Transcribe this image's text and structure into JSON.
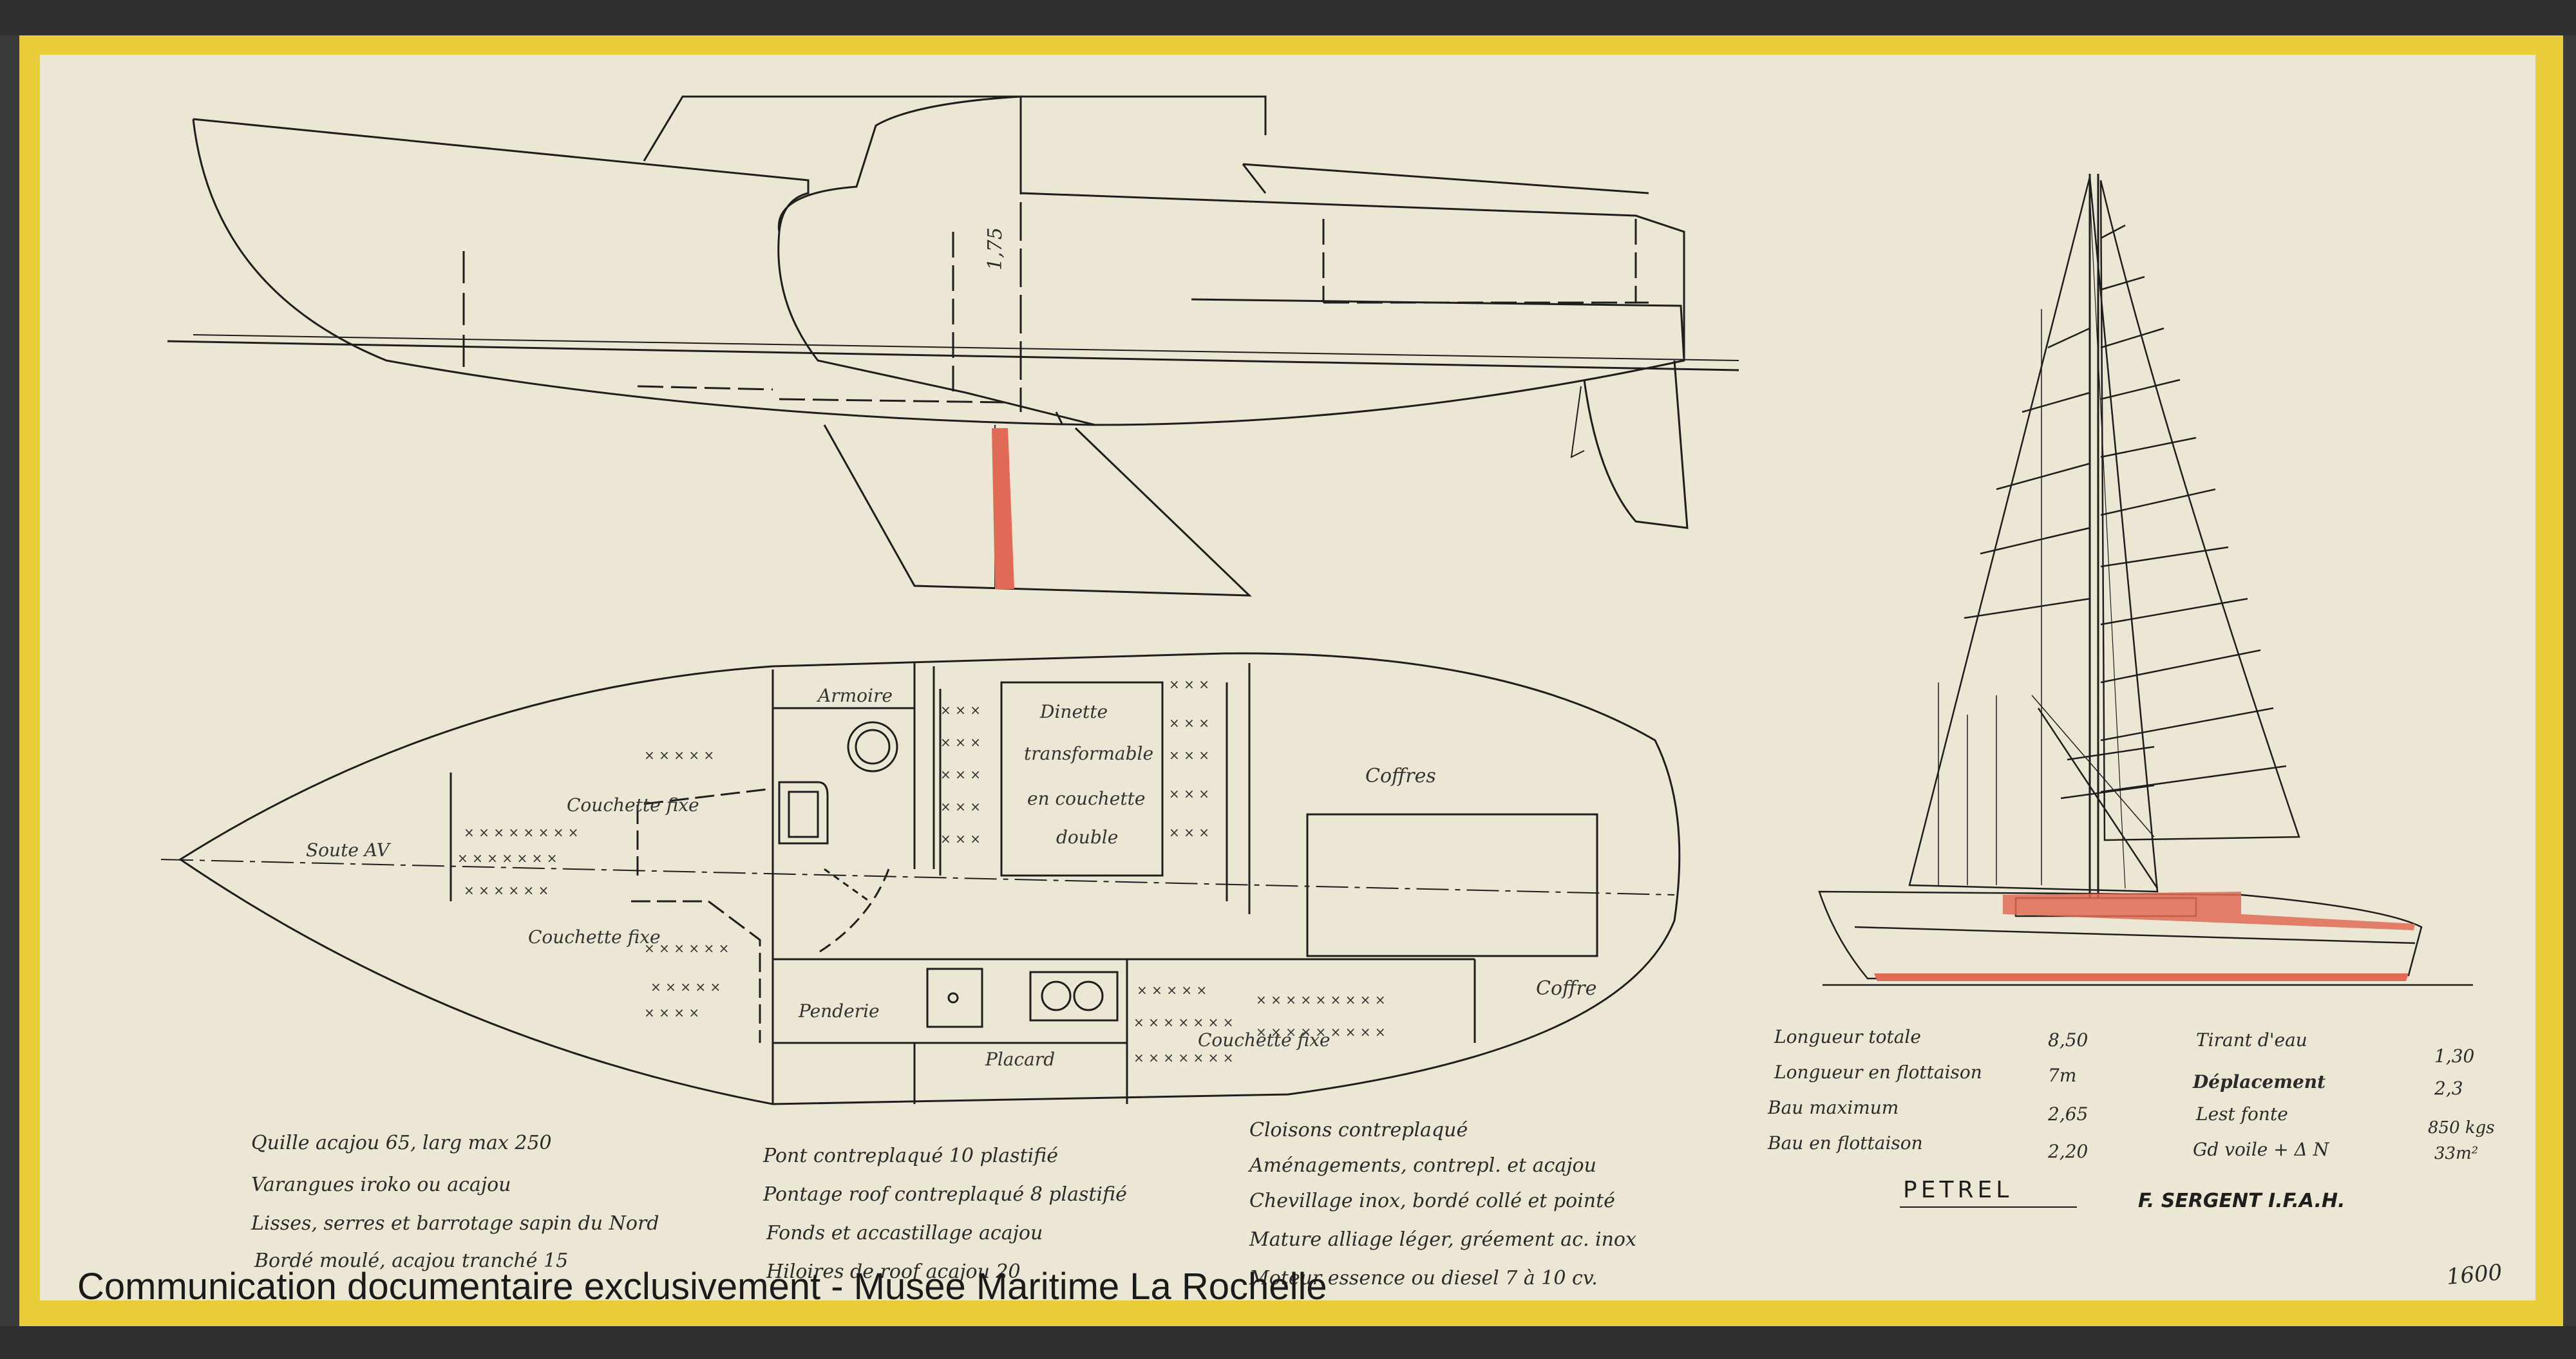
{
  "plan": {
    "compartments": {
      "armoire": "Armoire",
      "dinette_1": "Dinette",
      "dinette_2": "transformable",
      "dinette_3": "en couchette",
      "dinette_4": "double",
      "coffres_top": "Coffres",
      "couchette_fixe_top": "Couchette fixe",
      "soute": "Soute AV",
      "couchette_fixe_bottom": "Couchette fixe",
      "penderie": "Penderie",
      "placard": "Placard",
      "couchette_fixe_right": "Couchette fixe",
      "coffre_bottom": "Coffre"
    },
    "dimension_label": "1,75"
  },
  "specs": {
    "left": [
      {
        "label": "Longueur totale",
        "value": "8,50"
      },
      {
        "label": "Longueur en flottaison",
        "value": "7m"
      },
      {
        "label": "Bau maximum",
        "value": "2,65"
      },
      {
        "label": "Bau en flottaison",
        "value": "2,20"
      }
    ],
    "right": [
      {
        "label": "Tirant d'eau",
        "value": "1,30"
      },
      {
        "label": "Déplacement",
        "value": "2,3"
      },
      {
        "label": "Lest fonte",
        "value": "850 kgs"
      },
      {
        "label": "Gd voile + Δ N",
        "value": "33m²"
      }
    ],
    "boat_name": "PETREL",
    "designer": "F. SERGENT I.F.A.H."
  },
  "notes": {
    "col1": [
      "Quille acajou 65, larg max 250",
      "Varangues iroko ou acajou",
      "Lisses, serres et barrotage sapin du Nord",
      "Bordé moulé, acajou tranché 15"
    ],
    "col2": [
      "Pont contreplaqué 10 plastifié",
      "Pontage roof contreplaqué 8 plastifié",
      "Fonds et accastillage acajou",
      "Hiloires de roof acajou 20"
    ],
    "col3": [
      "Cloisons contreplaqué",
      "Aménagements, contrepl. et acajou",
      "Chevillage inox, bordé collé et pointé",
      "Mature alliage léger, gréement ac. inox",
      "Moteur essence ou diesel 7 à 10 cv."
    ]
  },
  "sheet_number": "1600",
  "watermark": "Communication documentaire exclusivement - Musee Maritime La Rochelle",
  "colors": {
    "paper": "#ece6d4",
    "frame": "#e8cc3a",
    "ink": "#1e1e1e",
    "red": "#e06a55"
  }
}
